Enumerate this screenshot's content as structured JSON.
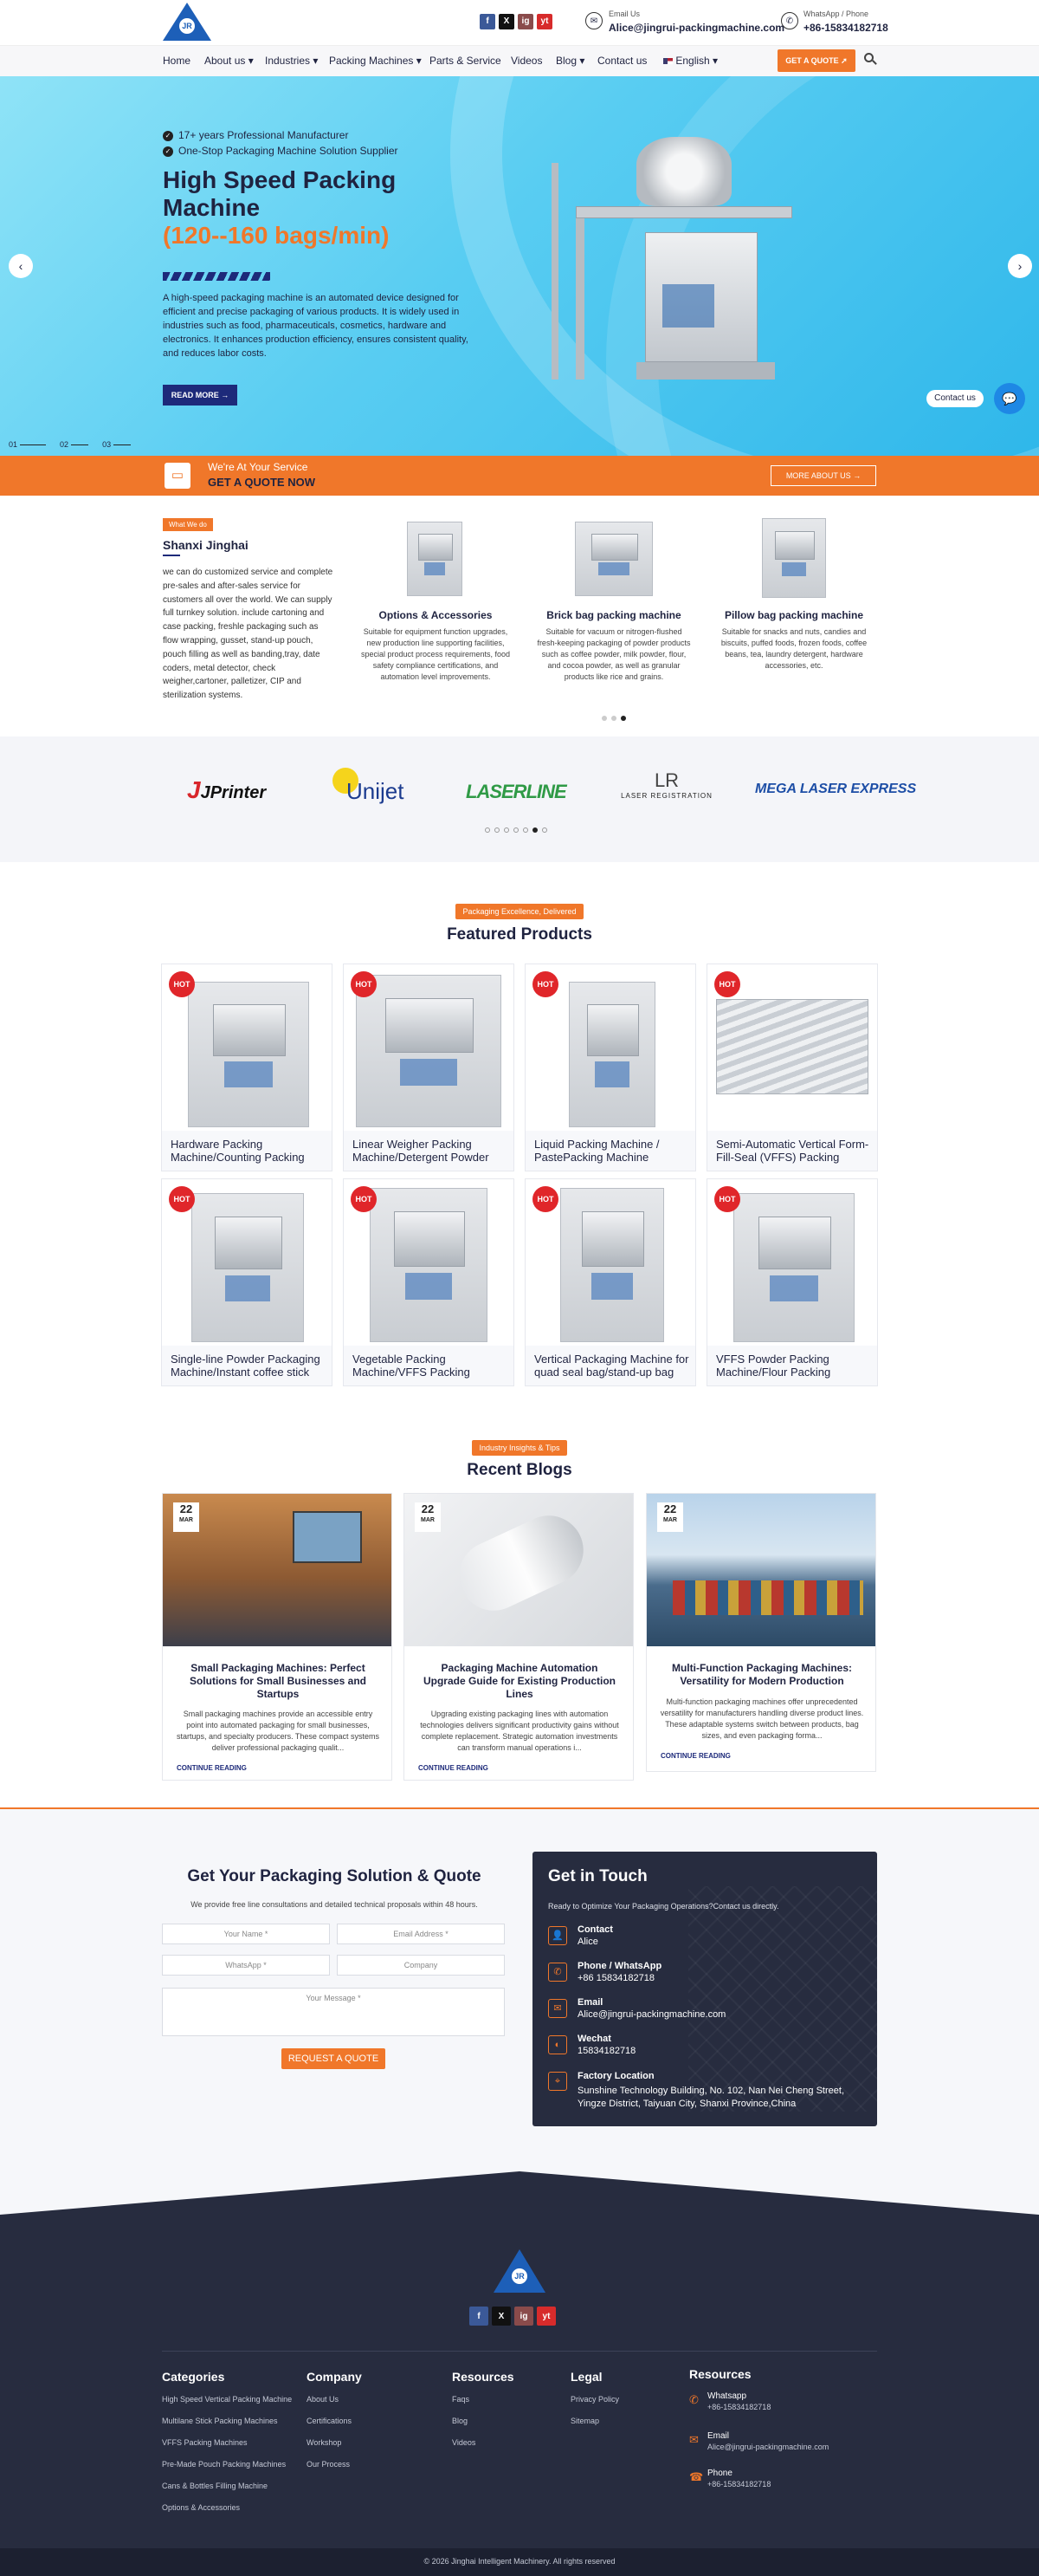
{
  "header": {
    "email_label": "Email Us",
    "email": "Alice@jingrui-packingmachine.com",
    "phone_label": "WhatsApp / Phone",
    "phone": "+86-15834182718",
    "social": [
      "f",
      "X",
      "ig",
      "yt"
    ],
    "logo_text": "JR"
  },
  "nav": {
    "items": [
      "Home",
      "About us",
      "Industries",
      "Packing Machines",
      "Parts & Service",
      "Videos",
      "Blog",
      "Contact us",
      "English"
    ],
    "quote_btn": "GET A QUOTE"
  },
  "hero": {
    "check1": "17+ years Professional Manufacturer",
    "check2": "One-Stop Packaging Machine Solution Supplier",
    "title1": "High Speed Packing",
    "title2": "Machine",
    "subtitle": "(120--160 bags/min)",
    "desc": "A high-speed packaging machine is an automated device designed for efficient and precise packaging of various products. It is widely used in industries such as food, pharmaceuticals, cosmetics, hardware and electronics. It enhances production efficiency, ensures consistent quality, and reduces labor costs.",
    "btn": "READ MORE",
    "slides": [
      "01",
      "02",
      "03"
    ],
    "contact": "Contact us"
  },
  "service_bar": {
    "line1": "We're At Your Service",
    "line2": "GET A QUOTE NOW",
    "btn": "MORE ABOUT US"
  },
  "about": {
    "tag": "What We do",
    "title": "Shanxi Jinghai",
    "text": "we can do customized service and complete pre-sales and after-sales service for customers all over the world. We can supply full turnkey solution. include cartoning and case packing, freshle packaging such as flow wrapping, gusset, stand-up pouch, pouch filling as well as banding,tray, date coders, metal detector, check weigher,cartoner, palletizer, CIP and sterilization systems.",
    "cards": [
      {
        "title": "Options & Accessories",
        "text": "Suitable for equipment function upgrades, new production line supporting facilities, special product process requirements, food safety compliance certifications, and automation level improvements."
      },
      {
        "title": "Brick bag packing machine",
        "text": "Suitable for vacuum or nitrogen-flushed fresh-keeping packaging of powder products such as coffee powder, milk powder, flour, and cocoa powder, as well as granular products like rice and grains."
      },
      {
        "title": "Pillow bag packing machine",
        "text": "Suitable for snacks and nuts, candies and biscuits, puffed foods, frozen foods, coffee beans, tea, laundry detergent, hardware accessories, etc."
      }
    ]
  },
  "brands": [
    "JPrinter",
    "Unijet",
    "LASERLINE",
    "LR",
    "MEGA LASER EXPRESS"
  ],
  "brands_sub": "LASER REGISTRATION",
  "products": {
    "tag": "Packaging Excellence, Delivered",
    "title": "Featured Products",
    "hot": "HOT",
    "items": [
      "Hardware Packing Machine/Counting Packing",
      "Linear Weigher Packing Machine/Detergent Powder",
      "Liquid Packing Machine / PastePacking Machine",
      "Semi-Automatic Vertical Form-Fill-Seal (VFFS) Packing",
      "Single-line Powder Packaging Machine/Instant coffee stick",
      "Vegetable Packing Machine/VFFS Packing",
      "Vertical Packaging Machine for quad seal bag/stand-up bag",
      "VFFS Powder Packing Machine/Flour Packing"
    ]
  },
  "blogs": {
    "tag": "Industry Insights & Tips",
    "title": "Recent Blogs",
    "read": "CONTINUE READING",
    "items": [
      {
        "day": "22",
        "mon": "MAR",
        "title": "Small Packaging Machines: Perfect Solutions for Small Businesses and Startups",
        "text": "Small packaging machines provide an accessible entry point into automated packaging for small businesses, startups, and specialty producers. These compact systems deliver professional packaging qualit..."
      },
      {
        "day": "22",
        "mon": "MAR",
        "title": "Packaging Machine Automation Upgrade Guide for Existing Production Lines",
        "text": "Upgrading existing packaging lines with automation technologies delivers significant productivity gains without complete replacement. Strategic automation investments can transform manual operations i..."
      },
      {
        "day": "22",
        "mon": "MAR",
        "title": "Multi-Function Packaging Machines: Versatility for Modern Production",
        "text": "Multi-function packaging machines offer unprecedented versatility for manufacturers handling diverse product lines. These adaptable systems switch between products, bag sizes, and even packaging forma..."
      }
    ]
  },
  "form": {
    "title": "Get Your Packaging Solution & Quote",
    "sub": "We provide free line consultations and detailed technical proposals within 48 hours.",
    "name": "Your Name *",
    "email": "Email Address *",
    "whatsapp": "WhatsApp *",
    "company": "Company",
    "message": "Your Message *",
    "btn": "REQUEST A QUOTE"
  },
  "touch": {
    "title": "Get in Touch",
    "sub": "Ready to Optimize Your Packaging Operations?Contact us directly.",
    "items": [
      {
        "label": "Contact",
        "value": "Alice"
      },
      {
        "label": "Phone / WhatsApp",
        "value": "+86 15834182718"
      },
      {
        "label": "Email",
        "value": "Alice@jingrui-packingmachine.com"
      },
      {
        "label": "Wechat",
        "value": "15834182718"
      },
      {
        "label": "Factory Location",
        "value": "Sunshine Technology Building, No. 102, Nan Nei Cheng Street, Yingze District, Taiyuan City, Shanxi Province,China"
      }
    ]
  },
  "footer": {
    "categories": {
      "title": "Categories",
      "items": [
        "High Speed Vertical Packing Machine",
        "Multilane Stick Packing Machines",
        "VFFS Packing Machines",
        "Pre-Made Pouch Packing Machines",
        "Cans & Bottles Filling Machine",
        "Options & Accessories"
      ]
    },
    "company": {
      "title": "Company",
      "items": [
        "About Us",
        "Certifications",
        "Workshop",
        "Our Process"
      ]
    },
    "resources": {
      "title": "Resources",
      "items": [
        "Faqs",
        "Blog",
        "Videos"
      ]
    },
    "legal": {
      "title": "Legal",
      "items": [
        "Privacy Policy",
        "Sitemap"
      ]
    },
    "contact": {
      "title": "Resources",
      "items": [
        {
          "label": "Whatsapp",
          "value": "+86-15834182718"
        },
        {
          "label": "Email",
          "value": "Alice@jingrui-packingmachine.com"
        },
        {
          "label": "Phone",
          "value": "+86-15834182718"
        }
      ]
    },
    "copyright": "© 2026 Jinghai Intelligent Machinery. All rights reserved"
  },
  "colors": {
    "accent": "#f0772a",
    "navy": "#1d2a7a",
    "dark": "#272c3f"
  }
}
